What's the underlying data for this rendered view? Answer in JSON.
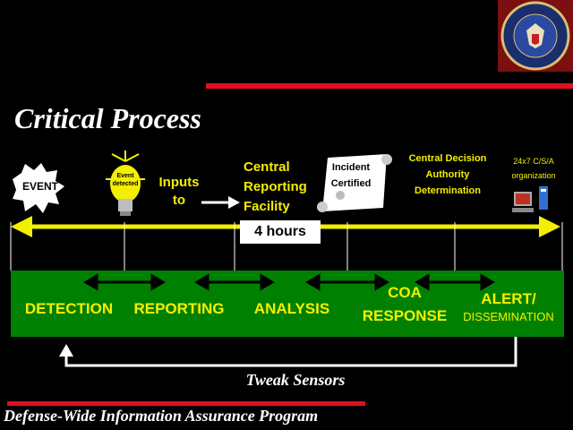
{
  "title": "Critical Process",
  "event_label": "EVENT",
  "bulb_label": "Event detected",
  "inputs_label": "Inputs to",
  "central_reporting": "Central Reporting Facility",
  "incident_label": "Incident Certified",
  "cdad_label": "Central Decision Authority Determination",
  "org_label": "24x7 C/S/A organization",
  "hours_label": "4 hours",
  "stages": {
    "detection": "DETECTION",
    "reporting": "REPORTING",
    "analysis": "ANALYSIS",
    "coa": "COA",
    "response": "RESPONSE",
    "alert": "ALERT/",
    "dissemination": "DISSEMINATION"
  },
  "tweak_label": "Tweak Sensors",
  "footer": "Defense-Wide Information Assurance Program",
  "colors": {
    "banner": "#008000",
    "text_yellow": "#f3ef00",
    "accent_red": "#e01020"
  }
}
